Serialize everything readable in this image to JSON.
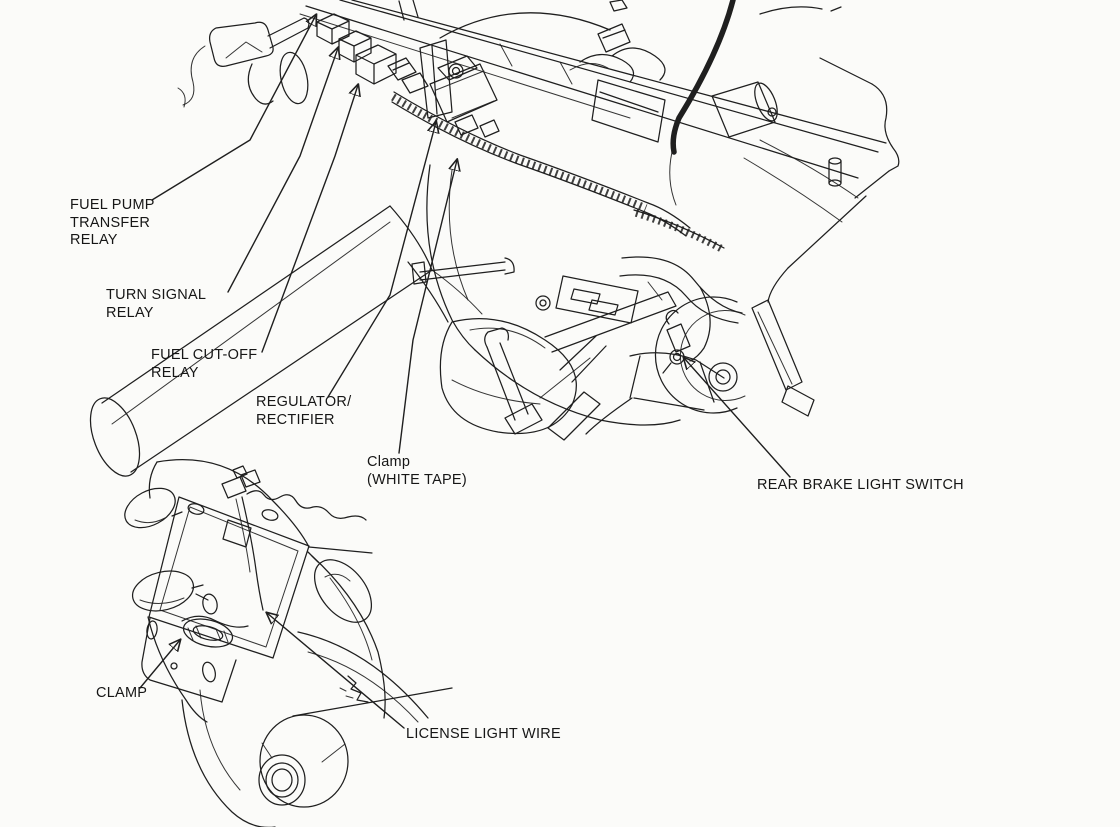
{
  "page": {
    "kind": "service-manual illustration, black line art on white",
    "ink_color": "#1f1f1f",
    "background_color": "#fbfbf9"
  },
  "upper_diagram": {
    "name": "relay, regulator/rectifier and rear brake light switch location view",
    "callouts": [
      {
        "id": "fuel-pump-transfer-relay",
        "text": "FUEL PUMP\nTRANSFER\nRELAY"
      },
      {
        "id": "turn-signal-relay",
        "text": "TURN SIGNAL\nRELAY"
      },
      {
        "id": "fuel-cut-off-relay",
        "text": "FUEL CUT-OFF\nRELAY"
      },
      {
        "id": "regulator-rectifier",
        "text": "REGULATOR/\nRECTIFIER"
      },
      {
        "id": "clamp-white-tape",
        "text": "Clamp\n(WHITE TAPE)"
      },
      {
        "id": "rear-brake-light-switch",
        "text": "REAR BRAKE LIGHT SWITCH"
      }
    ]
  },
  "lower_diagram": {
    "name": "license light wire routing view",
    "callouts": [
      {
        "id": "clamp",
        "text": "CLAMP"
      },
      {
        "id": "license-light-wire",
        "text": "LICENSE LIGHT WIRE"
      }
    ]
  }
}
